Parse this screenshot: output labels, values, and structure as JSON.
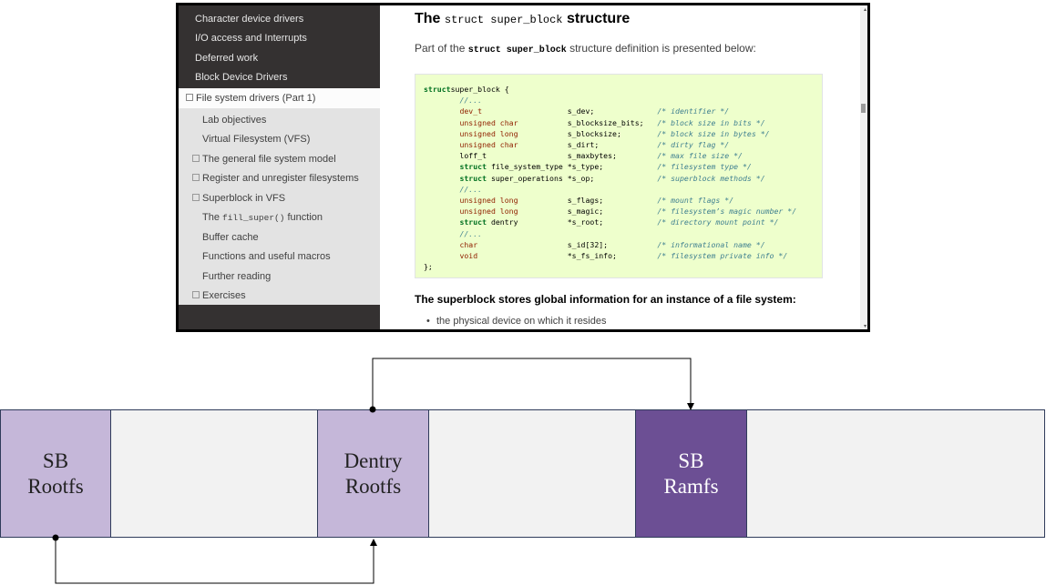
{
  "sidebar": {
    "dark_items": [
      "Character device drivers",
      "I/O access and Interrupts",
      "Deferred work",
      "Block Device Drivers"
    ],
    "current": "File system drivers (Part 1)",
    "sub_items": [
      {
        "label": "Lab objectives",
        "expandable": false
      },
      {
        "label": "Virtual Filesystem (VFS)",
        "expandable": false
      },
      {
        "label": "The general file system model",
        "expandable": true
      },
      {
        "label": "Register and unregister filesystems",
        "expandable": true
      },
      {
        "label": "Superblock in VFS",
        "expandable": true
      },
      {
        "label_pre": "The ",
        "label_code": "fill_super()",
        "label_post": " function",
        "expandable": false
      },
      {
        "label": "Buffer cache",
        "expandable": false
      },
      {
        "label": "Functions and useful macros",
        "expandable": false
      },
      {
        "label": "Further reading",
        "expandable": false
      },
      {
        "label": "Exercises",
        "expandable": true
      }
    ]
  },
  "content": {
    "title_pre": "The ",
    "title_code": "struct super_block",
    "title_post": " structure",
    "intro_pre": "Part of the ",
    "intro_code": "struct super_block",
    "intro_post": " structure definition is presented below:",
    "code_lines": [
      [
        [
          "kw",
          "struct"
        ],
        [
          "",
          "super_block {"
        ]
      ],
      [
        [
          "",
          "        "
        ],
        [
          "cm",
          "//..."
        ]
      ],
      [
        [
          "",
          "        "
        ],
        [
          "ty",
          "dev_t"
        ],
        [
          "",
          "                   s_dev;              "
        ],
        [
          "cm",
          "/* identifier */"
        ]
      ],
      [
        [
          "",
          "        "
        ],
        [
          "ty",
          "unsigned char"
        ],
        [
          "",
          "           s_blocksize_bits;   "
        ],
        [
          "cm",
          "/* block size in bits */"
        ]
      ],
      [
        [
          "",
          "        "
        ],
        [
          "ty",
          "unsigned long"
        ],
        [
          "",
          "           s_blocksize;        "
        ],
        [
          "cm",
          "/* block size in bytes */"
        ]
      ],
      [
        [
          "",
          "        "
        ],
        [
          "ty",
          "unsigned char"
        ],
        [
          "",
          "           s_dirt;             "
        ],
        [
          "cm",
          "/* dirty flag */"
        ]
      ],
      [
        [
          "",
          "        loff_t                  s_maxbytes;         "
        ],
        [
          "cm",
          "/* max file size */"
        ]
      ],
      [
        [
          "",
          "        "
        ],
        [
          "kw",
          "struct"
        ],
        [
          "",
          " file_system_type *s_type;            "
        ],
        [
          "cm",
          "/* filesystem type */"
        ]
      ],
      [
        [
          "",
          "        "
        ],
        [
          "kw",
          "struct"
        ],
        [
          "",
          " super_operations *s_op;              "
        ],
        [
          "cm",
          "/* superblock methods */"
        ]
      ],
      [
        [
          "",
          "        "
        ],
        [
          "cm",
          "//..."
        ]
      ],
      [
        [
          "",
          "        "
        ],
        [
          "ty",
          "unsigned long"
        ],
        [
          "",
          "           s_flags;            "
        ],
        [
          "cm",
          "/* mount flags */"
        ]
      ],
      [
        [
          "",
          "        "
        ],
        [
          "ty",
          "unsigned long"
        ],
        [
          "",
          "           s_magic;            "
        ],
        [
          "cm",
          "/* filesystem’s magic number */"
        ]
      ],
      [
        [
          "",
          "        "
        ],
        [
          "kw",
          "struct"
        ],
        [
          "",
          " dentry           *s_root;            "
        ],
        [
          "cm",
          "/* directory mount point */"
        ]
      ],
      [
        [
          "",
          "        "
        ],
        [
          "cm",
          "//..."
        ]
      ],
      [
        [
          "",
          "        "
        ],
        [
          "ty",
          "char"
        ],
        [
          "",
          "                    s_id[32];           "
        ],
        [
          "cm",
          "/* informational name */"
        ]
      ],
      [
        [
          "",
          "        "
        ],
        [
          "ty",
          "void"
        ],
        [
          "",
          "                    *s_fs_info;         "
        ],
        [
          "cm",
          "/* filesystem private info */"
        ]
      ],
      [
        [
          "",
          "};"
        ]
      ]
    ],
    "summary": "The superblock stores global information for an instance of a file system:",
    "bullet": "the physical device on which it resides"
  },
  "diagram": {
    "block1": [
      "SB",
      "Rootfs"
    ],
    "block2": [
      "Dentry",
      "Rootfs"
    ],
    "block3": [
      "SB",
      "Ramfs"
    ],
    "colors": {
      "light": "#c5b7d9",
      "dark": "#6c4f94",
      "bar": "#f2f2f2",
      "border": "#2f3b5a"
    }
  }
}
